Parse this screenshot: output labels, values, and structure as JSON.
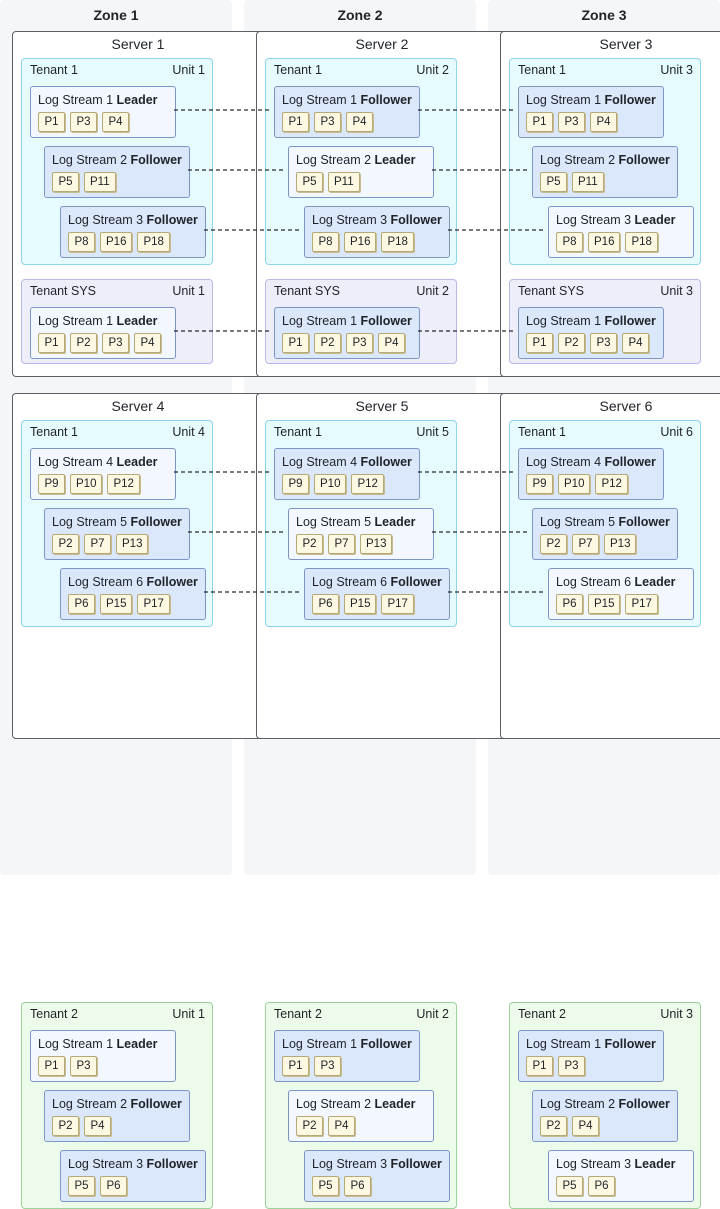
{
  "zones": [
    {
      "label": "Zone 1"
    },
    {
      "label": "Zone 2"
    },
    {
      "label": "Zone 3"
    }
  ],
  "servers": [
    {
      "label": "Server 1",
      "tenants": [
        {
          "name": "Tenant 1",
          "unit": "Unit 1",
          "color": "cyan",
          "streams": [
            {
              "name": "Log Stream 1",
              "role": "Leader",
              "partitions": [
                "P1",
                "P3",
                "P4"
              ]
            },
            {
              "name": "Log Stream 2",
              "role": "Follower",
              "partitions": [
                "P5",
                "P11"
              ]
            },
            {
              "name": "Log Stream 3",
              "role": "Follower",
              "partitions": [
                "P8",
                "P16",
                "P18"
              ]
            }
          ]
        },
        {
          "name": "Tenant SYS",
          "unit": "Unit 1",
          "color": "lav",
          "streams": [
            {
              "name": "Log Stream 1",
              "role": "Leader",
              "partitions": [
                "P1",
                "P2",
                "P3",
                "P4"
              ]
            }
          ]
        }
      ]
    },
    {
      "label": "Server 2",
      "tenants": [
        {
          "name": "Tenant 1",
          "unit": "Unit 2",
          "color": "cyan",
          "streams": [
            {
              "name": "Log Stream 1",
              "role": "Follower",
              "partitions": [
                "P1",
                "P3",
                "P4"
              ]
            },
            {
              "name": "Log Stream 2",
              "role": "Leader",
              "partitions": [
                "P5",
                "P11"
              ]
            },
            {
              "name": "Log Stream 3",
              "role": "Follower",
              "partitions": [
                "P8",
                "P16",
                "P18"
              ]
            }
          ]
        },
        {
          "name": "Tenant SYS",
          "unit": "Unit 2",
          "color": "lav",
          "streams": [
            {
              "name": "Log Stream 1",
              "role": "Follower",
              "partitions": [
                "P1",
                "P2",
                "P3",
                "P4"
              ]
            }
          ]
        }
      ]
    },
    {
      "label": "Server 3",
      "tenants": [
        {
          "name": "Tenant 1",
          "unit": "Unit 3",
          "color": "cyan",
          "streams": [
            {
              "name": "Log Stream 1",
              "role": "Follower",
              "partitions": [
                "P1",
                "P3",
                "P4"
              ]
            },
            {
              "name": "Log Stream 2",
              "role": "Follower",
              "partitions": [
                "P5",
                "P11"
              ]
            },
            {
              "name": "Log Stream 3",
              "role": "Leader",
              "partitions": [
                "P8",
                "P16",
                "P18"
              ]
            }
          ]
        },
        {
          "name": "Tenant SYS",
          "unit": "Unit 3",
          "color": "lav",
          "streams": [
            {
              "name": "Log Stream 1",
              "role": "Follower",
              "partitions": [
                "P1",
                "P2",
                "P3",
                "P4"
              ]
            }
          ]
        }
      ]
    },
    {
      "label": "Server 4",
      "tenants": [
        {
          "name": "Tenant 1",
          "unit": "Unit 4",
          "color": "cyan",
          "streams": [
            {
              "name": "Log Stream 4",
              "role": "Leader",
              "partitions": [
                "P9",
                "P10",
                "P12"
              ]
            },
            {
              "name": "Log Stream 5",
              "role": "Follower",
              "partitions": [
                "P2",
                "P7",
                "P13"
              ]
            },
            {
              "name": "Log Stream 6",
              "role": "Follower",
              "partitions": [
                "P6",
                "P15",
                "P17"
              ]
            }
          ]
        },
        {
          "name": "Tenant 2",
          "unit": "Unit 1",
          "color": "green",
          "streams": [
            {
              "name": "Log Stream 1",
              "role": "Leader",
              "partitions": [
                "P1",
                "P3"
              ]
            },
            {
              "name": "Log Stream 2",
              "role": "Follower",
              "partitions": [
                "P2",
                "P4"
              ]
            },
            {
              "name": "Log Stream 3",
              "role": "Follower",
              "partitions": [
                "P5",
                "P6"
              ]
            }
          ]
        }
      ]
    },
    {
      "label": "Server 5",
      "tenants": [
        {
          "name": "Tenant 1",
          "unit": "Unit 5",
          "color": "cyan",
          "streams": [
            {
              "name": "Log Stream 4",
              "role": "Follower",
              "partitions": [
                "P9",
                "P10",
                "P12"
              ]
            },
            {
              "name": "Log Stream 5",
              "role": "Leader",
              "partitions": [
                "P2",
                "P7",
                "P13"
              ]
            },
            {
              "name": "Log Stream 6",
              "role": "Follower",
              "partitions": [
                "P6",
                "P15",
                "P17"
              ]
            }
          ]
        },
        {
          "name": "Tenant 2",
          "unit": "Unit 2",
          "color": "green",
          "streams": [
            {
              "name": "Log Stream 1",
              "role": "Follower",
              "partitions": [
                "P1",
                "P3"
              ]
            },
            {
              "name": "Log Stream 2",
              "role": "Leader",
              "partitions": [
                "P2",
                "P4"
              ]
            },
            {
              "name": "Log Stream 3",
              "role": "Follower",
              "partitions": [
                "P5",
                "P6"
              ]
            }
          ]
        }
      ]
    },
    {
      "label": "Server 6",
      "tenants": [
        {
          "name": "Tenant 1",
          "unit": "Unit 6",
          "color": "cyan",
          "streams": [
            {
              "name": "Log Stream 4",
              "role": "Follower",
              "partitions": [
                "P9",
                "P10",
                "P12"
              ]
            },
            {
              "name": "Log Stream 5",
              "role": "Follower",
              "partitions": [
                "P2",
                "P7",
                "P13"
              ]
            },
            {
              "name": "Log Stream 6",
              "role": "Leader",
              "partitions": [
                "P6",
                "P15",
                "P17"
              ]
            }
          ]
        },
        {
          "name": "Tenant 2",
          "unit": "Unit 3",
          "color": "green",
          "streams": [
            {
              "name": "Log Stream 1",
              "role": "Follower",
              "partitions": [
                "P1",
                "P3"
              ]
            },
            {
              "name": "Log Stream 2",
              "role": "Follower",
              "partitions": [
                "P2",
                "P4"
              ]
            },
            {
              "name": "Log Stream 3",
              "role": "Leader",
              "partitions": [
                "P5",
                "P6"
              ]
            }
          ]
        }
      ]
    }
  ]
}
